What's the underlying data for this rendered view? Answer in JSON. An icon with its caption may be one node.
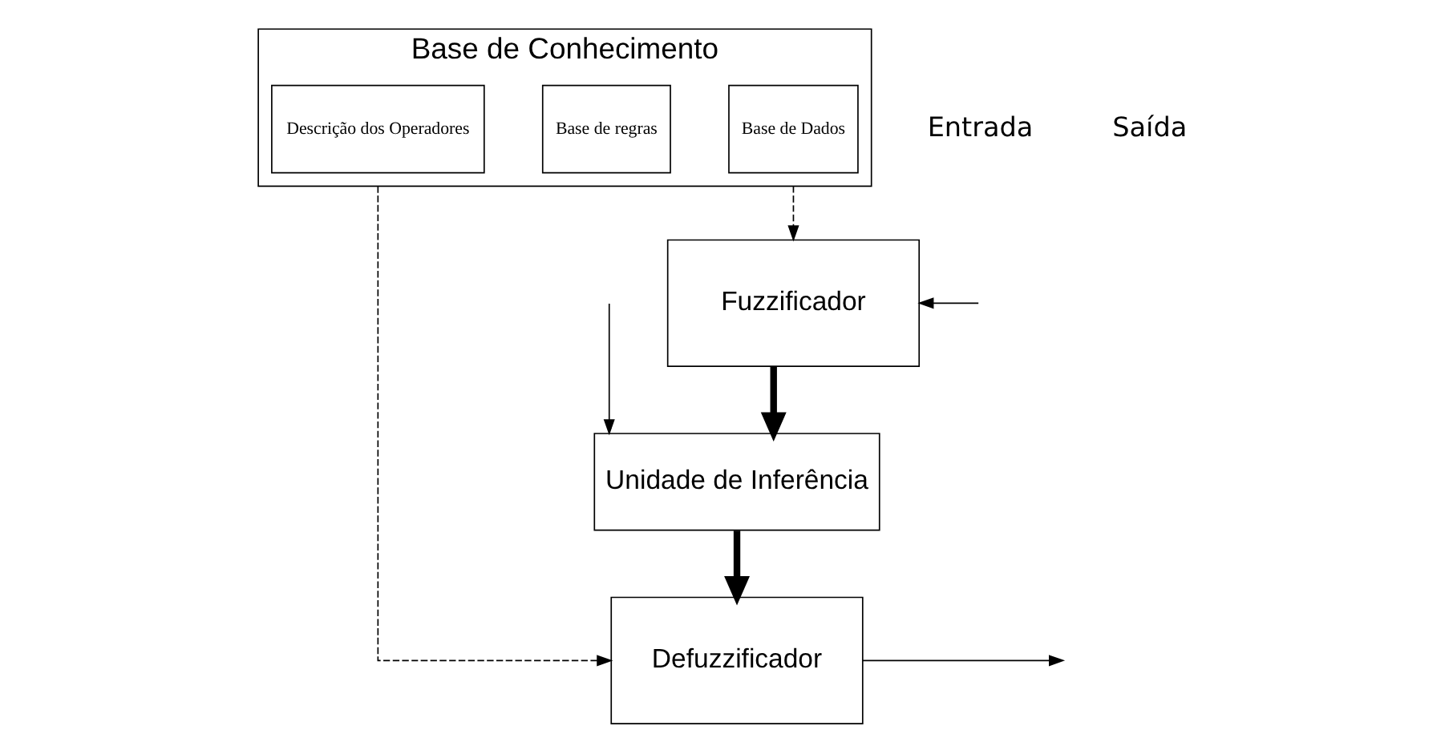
{
  "diagram": {
    "nodes": [
      {
        "text": [
          "Base de Conhecimento"
        ]
      },
      {
        "text": [
          "Base de Dados"
        ],
        "in": 0
      },
      {
        "text": [
          "Base de regras"
        ],
        "in": 0
      },
      {
        "text": [
          "Descrição dos Operadores"
        ],
        "in": 0
      },
      {
        "text": [
          "Fuzzificador"
        ]
      },
      {
        "text": [
          "Defuzzificador"
        ]
      },
      {
        "text": [
          "Unidade de Inferência"
        ]
      }
    ],
    "edges": [
      {
        "from": 0,
        "to": 4,
        "arrow": "to",
        "style": "dashed"
      },
      {
        "from": 0,
        "to": 5,
        "arrow": "to",
        "style": "dashed"
      },
      {
        "from": null,
        "to": 4,
        "arrow": "to"
      },
      {
        "from": 4,
        "to": 6,
        "arrow": "to",
        "style": "thick"
      },
      {
        "from": 6,
        "to": 5,
        "arrow": "to",
        "style": "thick"
      },
      {
        "from": 5,
        "to": null,
        "arrow": "to"
      },
      {
        "from": null,
        "to": 6,
        "arrow": "to"
      }
    ],
    "labels": [
      "Entrada",
      "Saída"
    ]
  }
}
